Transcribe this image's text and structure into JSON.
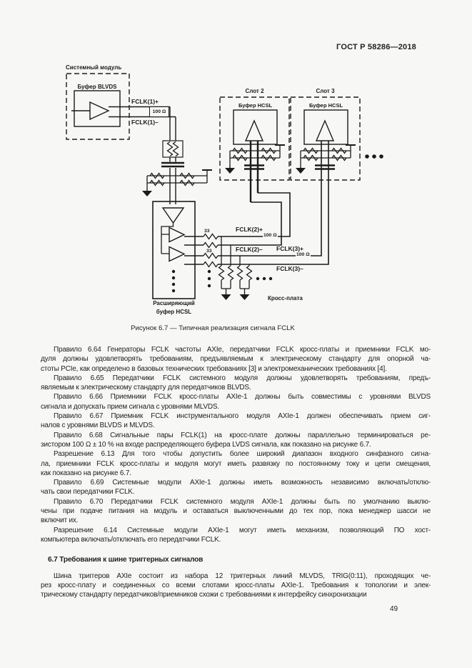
{
  "page": {
    "header": "ГОСТ Р 58286—2018",
    "page_number": "49"
  },
  "fig": {
    "caption": "Рисунок 6.7 — Типичная реализация сигнала FCLK",
    "labels": {
      "system_module": "Системный модуль",
      "buffer_blvds": "Буфер BLVDS",
      "fclk1_plus": "FCLK(1)+",
      "fclk1_minus": "FCLK(1)–",
      "term1": "100 Ω",
      "slot2": "Слот 2",
      "slot3": "Слот 3",
      "buffer_hcsl_2": "Буфер HCSL",
      "buffer_hcsl_3": "Буфер HCSL",
      "series_r1": "33",
      "series_r2": "33",
      "fclk2_plus": "FCLK(2)+",
      "fclk2_minus": "FCLK(2)–",
      "fclk3_plus": "FCLK(3)+",
      "fclk3_minus": "FCLK(3)–",
      "term2": "100 Ω",
      "term3": "100 Ω",
      "expander_line1": "Расширяющий",
      "expander_line2": "буфер HCSL",
      "backplane": "Кросс-плата"
    }
  },
  "content": {
    "blocks": [
      {
        "type": "para",
        "lines": [
          "Правило 6.64 Генераторы FCLK частоты AXIe, передатчики FCLK кросс-платы и приемники FCLK мо-",
          "дуля должны удовлетворять требованиям, предъявляемым к электрическому стандарту для опорной ча-",
          "стоты PCIe, как определено в базовых технических требованиях [3] и электромеханических требованиях [4]."
        ]
      },
      {
        "type": "para",
        "lines": [
          "Правило 6.65 Передатчики FCLK системного модуля должны удовлетворять требованиям, предъ-",
          "являемым к электрическому стандарту для передатчиков BLVDS."
        ]
      },
      {
        "type": "para",
        "lines": [
          "Правило 6.66 Приемники FCLK кросс-платы AXIe-1 должны быть совместимы с уровнями BLVDS",
          "сигнала и допускать прием сигнала с уровнями MLVDS."
        ]
      },
      {
        "type": "para",
        "lines": [
          "Правило 6.67 Приемник FCLK инструментального модуля AXIe-1 должен обеспечивать прием сиг-",
          "налов с уровнями BLVDS и MLVDS."
        ]
      },
      {
        "type": "para",
        "lines": [
          "Правило 6.68 Сигнальные пары FCLK(1) на кросс-плате должны параллельно терминироваться ре-",
          "зистором 100 Ω ± 10 % на входе распределяющего буфера LVDS сигнала, как показано на рисунке 6.7."
        ]
      },
      {
        "type": "para",
        "lines": [
          "Разрешение 6.13 Для того чтобы допустить более широкий диапазон входного синфазного сигна-",
          "ла, приемники FCLK кросс-платы и модуля могут иметь развязку по постоянному току и цепи смещения,",
          "как показано на рисунке 6.7."
        ]
      },
      {
        "type": "para",
        "lines": [
          "Правило 6.69 Системные модули AXIe-1 должны иметь возможность независимо включать/отклю-",
          "чать свои передатчики FCLK."
        ]
      },
      {
        "type": "para",
        "lines": [
          "Правило 6.70 Передатчики FCLK системного модуля AXIe-1 должны быть по умолчанию выклю-",
          "чены при подаче питания на модуль и оставаться выключенными до тех пор, пока менеджер шасси не",
          "включит их."
        ]
      },
      {
        "type": "para",
        "lines": [
          "Разрешение 6.14 Системные модули AXIe-1 могут иметь механизм, позволяющий ПО хост-",
          "компьютера включать/отключать его передатчики FCLK."
        ]
      },
      {
        "type": "heading",
        "text": "6.7 Требования к шине триггерных сигналов"
      },
      {
        "type": "para",
        "lines": [
          "Шина триггеров AXIe состоит из набора 12 триггерных линий MLVDS, TRIG(0:11), проходящих че-",
          "рез кросс-плату и соединенных со всеми слотами кросс-платы AXIe-1. Требования к топологии и элек-",
          "трическому стандарту передатчиков/приемников схожи с требованиями к интерфейсу синхронизации"
        ]
      }
    ]
  }
}
